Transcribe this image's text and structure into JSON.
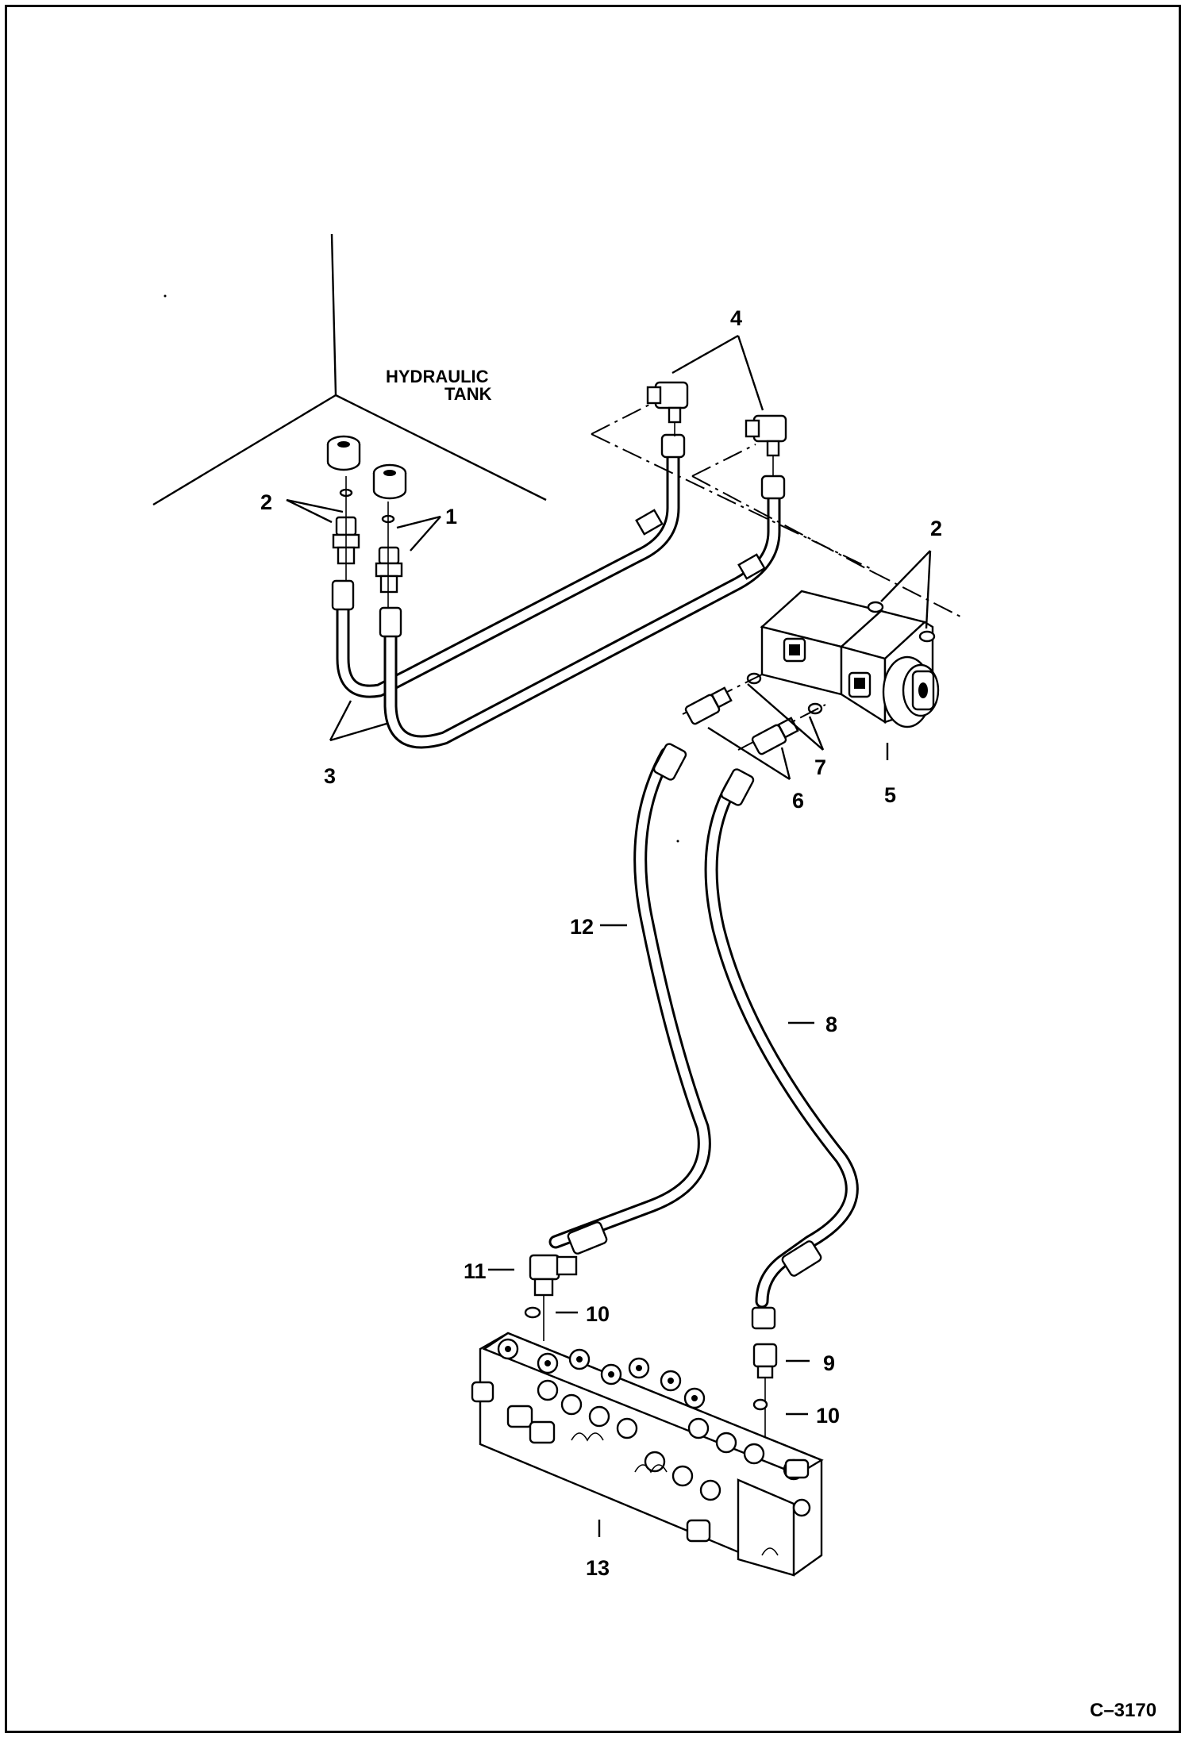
{
  "tank_label": {
    "line1": "HYDRAULIC",
    "line2": "TANK"
  },
  "callouts": [
    {
      "id": "c1",
      "text": "1"
    },
    {
      "id": "c2a",
      "text": "2"
    },
    {
      "id": "c2b",
      "text": "2"
    },
    {
      "id": "c3",
      "text": "3"
    },
    {
      "id": "c4",
      "text": "4"
    },
    {
      "id": "c5",
      "text": "5"
    },
    {
      "id": "c6",
      "text": "6"
    },
    {
      "id": "c7",
      "text": "7"
    },
    {
      "id": "c8",
      "text": "8"
    },
    {
      "id": "c9",
      "text": "9"
    },
    {
      "id": "c10a",
      "text": "10"
    },
    {
      "id": "c10b",
      "text": "10"
    },
    {
      "id": "c11",
      "text": "11"
    },
    {
      "id": "c12",
      "text": "12"
    },
    {
      "id": "c13",
      "text": "13"
    }
  ],
  "drawing_number": "C–3170"
}
